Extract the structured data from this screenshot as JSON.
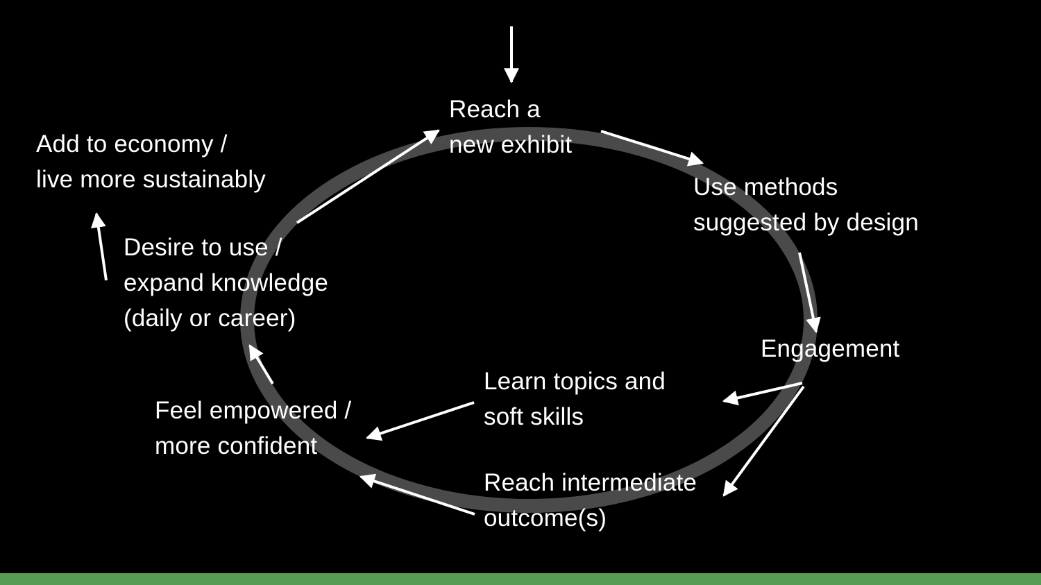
{
  "colors": {
    "background": "#000000",
    "text": "#ffffff",
    "arrow": "#ffffff",
    "cycle_ring": "#4a4a4a",
    "bottom_bar": "#579c55"
  },
  "nodes": {
    "reach_exhibit": {
      "lines": [
        "Reach a",
        "new exhibit"
      ]
    },
    "use_methods": {
      "lines": [
        "Use methods",
        "suggested by design"
      ]
    },
    "engagement": {
      "lines": [
        "Engagement"
      ]
    },
    "learn_topics": {
      "lines": [
        "Learn topics and",
        "soft skills"
      ]
    },
    "intermediate": {
      "lines": [
        "Reach intermediate",
        "outcome(s)"
      ]
    },
    "feel_empowered": {
      "lines": [
        "Feel empowered /",
        "more confident"
      ]
    },
    "desire_use": {
      "lines": [
        "Desire to use /",
        "expand knowledge",
        "(daily or career)"
      ]
    },
    "add_economy": {
      "lines": [
        "Add to economy /",
        "live more sustainably"
      ]
    }
  }
}
